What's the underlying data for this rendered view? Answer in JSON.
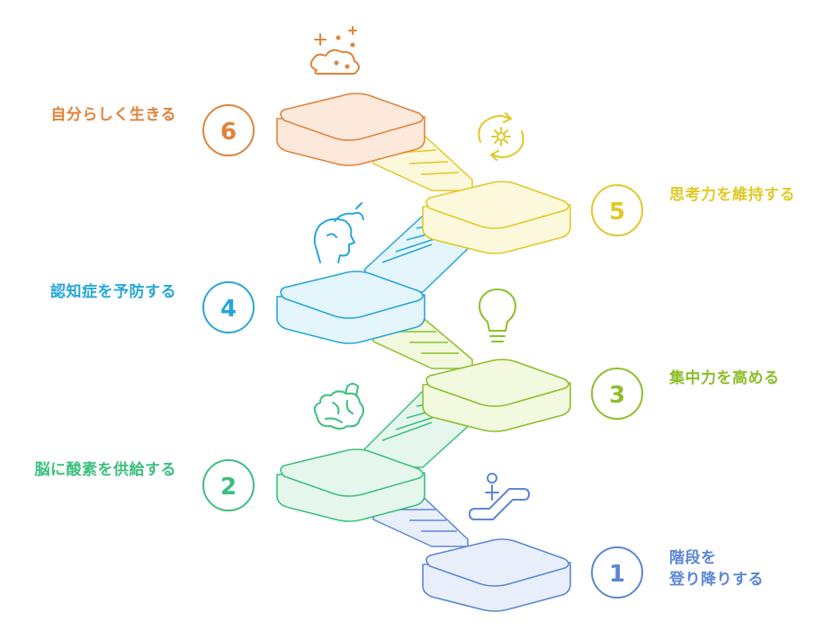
{
  "steps": [
    {
      "number": "1",
      "label_lines": [
        "階段を",
        "登り降りする"
      ],
      "color": "#5b86d6",
      "fill": "#e8effb"
    },
    {
      "number": "2",
      "label_lines": [
        "脳に酸素を供給する"
      ],
      "color": "#3cbf7d",
      "fill": "#e5f7ec"
    },
    {
      "number": "3",
      "label_lines": [
        "集中力を高める"
      ],
      "color": "#8cbf2a",
      "fill": "#f2f9de"
    },
    {
      "number": "4",
      "label_lines": [
        "認知症を予防する"
      ],
      "color": "#27a6d8",
      "fill": "#e4f5fc"
    },
    {
      "number": "5",
      "label_lines": [
        "思考力を維持する"
      ],
      "color": "#e0c927",
      "fill": "#fcf8dc"
    },
    {
      "number": "6",
      "label_lines": [
        "自分らしく生きる"
      ],
      "color": "#e0833a",
      "fill": "#fde9dc"
    }
  ],
  "icons": {
    "escalator": "escalator-person-icon",
    "brain": "brain-icon",
    "lightbulb": "lightbulb-icon",
    "head": "head-thinking-icon",
    "cycle": "cycle-gear-icon",
    "sparkle": "sparkle-cloud-icon"
  }
}
